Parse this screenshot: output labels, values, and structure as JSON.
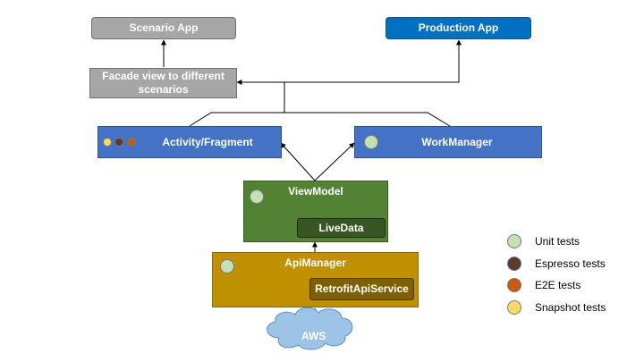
{
  "boxes": {
    "scenario_app": "Scenario App",
    "production_app": "Production App",
    "facade": "Facade view to different scenarios",
    "activity_fragment": "Activity/Fragment",
    "work_manager": "WorkManager",
    "view_model": "ViewModel",
    "live_data": "LiveData",
    "api_manager": "ApiManager",
    "retrofit_api_service": "RetrofitApiService",
    "aws": "AWS"
  },
  "legend": [
    {
      "label": "Unit tests",
      "color": "#c5e0b4"
    },
    {
      "label": "Espresso tests",
      "color": "#5c3a2e"
    },
    {
      "label": "E2E tests",
      "color": "#c55a11"
    },
    {
      "label": "Snapshot tests",
      "color": "#ffd966"
    }
  ]
}
